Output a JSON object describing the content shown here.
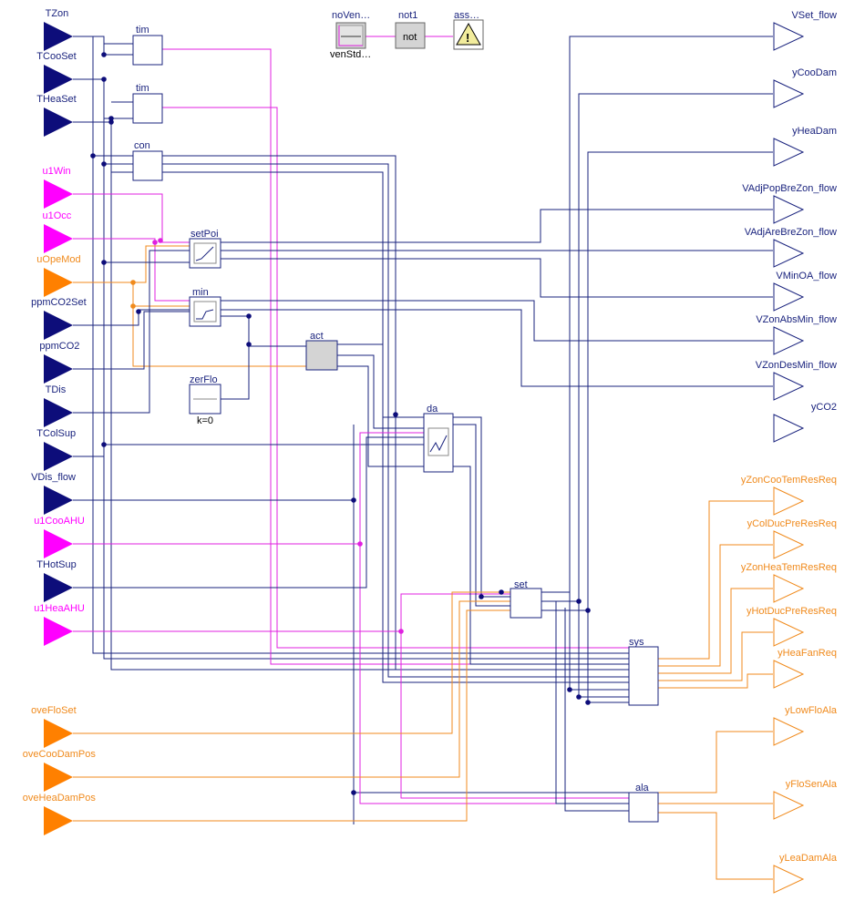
{
  "colors": {
    "real": "#0d0d7a",
    "boolean": "#ff00ff",
    "integer": "#ff8000",
    "block_border": "#1a237e",
    "grey_block": "#d4d4d4",
    "alert": "#f2ec9c"
  },
  "inputs": [
    {
      "label": "TZon",
      "kind": "real"
    },
    {
      "label": "TCooSet",
      "kind": "real"
    },
    {
      "label": "THeaSet",
      "kind": "real"
    },
    {
      "label": "u1Win",
      "kind": "boolean"
    },
    {
      "label": "u1Occ",
      "kind": "boolean"
    },
    {
      "label": "uOpeMod",
      "kind": "integer"
    },
    {
      "label": "ppmCO2Set",
      "kind": "real"
    },
    {
      "label": "ppmCO2",
      "kind": "real"
    },
    {
      "label": "TDis",
      "kind": "real"
    },
    {
      "label": "TColSup",
      "kind": "real"
    },
    {
      "label": "VDis_flow",
      "kind": "real"
    },
    {
      "label": "u1CooAHU",
      "kind": "boolean"
    },
    {
      "label": "THotSup",
      "kind": "real"
    },
    {
      "label": "u1HeaAHU",
      "kind": "boolean"
    },
    {
      "label": "oveFloSet",
      "kind": "integer"
    },
    {
      "label": "oveCooDamPos",
      "kind": "integer"
    },
    {
      "label": "oveHeaDamPos",
      "kind": "integer"
    }
  ],
  "outputs": [
    {
      "label": "VSet_flow",
      "kind": "real"
    },
    {
      "label": "yCooDam",
      "kind": "real"
    },
    {
      "label": "yHeaDam",
      "kind": "real"
    },
    {
      "label": "VAdjPopBreZon_flow",
      "kind": "real"
    },
    {
      "label": "VAdjAreBreZon_flow",
      "kind": "real"
    },
    {
      "label": "VMinOA_flow",
      "kind": "real"
    },
    {
      "label": "VZonAbsMin_flow",
      "kind": "real"
    },
    {
      "label": "VZonDesMin_flow",
      "kind": "real"
    },
    {
      "label": "yCO2",
      "kind": "real"
    },
    {
      "label": "yZonCooTemResReq",
      "kind": "integer"
    },
    {
      "label": "yColDucPreResReq",
      "kind": "integer"
    },
    {
      "label": "yZonHeaTemResReq",
      "kind": "integer"
    },
    {
      "label": "yHotDucPreResReq",
      "kind": "integer"
    },
    {
      "label": "yHeaFanReq",
      "kind": "integer"
    },
    {
      "label": "yLowFloAla",
      "kind": "integer"
    },
    {
      "label": "yFloSenAla",
      "kind": "integer"
    },
    {
      "label": "yLeaDamAla",
      "kind": "integer"
    }
  ],
  "blocks": {
    "tim1": "tim",
    "tim2": "tim",
    "con": "con",
    "setPoi": "setPoi",
    "min": "min",
    "act": "act",
    "zerFlo": "zerFlo",
    "zerFlo_param": "k=0",
    "da": "da",
    "set": "set",
    "sys": "sys",
    "ala": "ala",
    "noVen": "noVen…",
    "noVen_sub": "venStd…",
    "not1": "not1",
    "not1_text": "not",
    "ass": "ass…"
  }
}
